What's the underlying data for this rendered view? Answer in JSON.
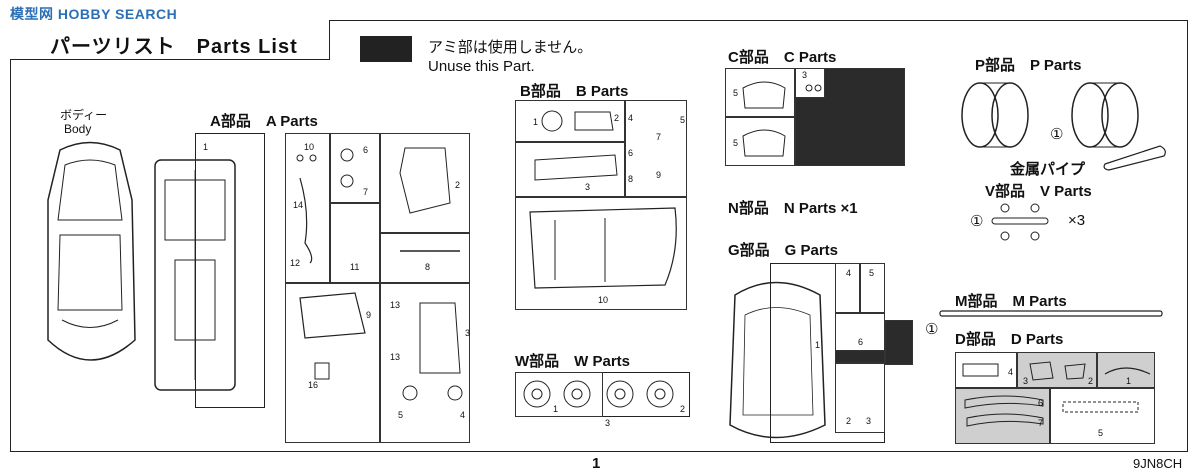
{
  "watermark": "模型网 HOBBY SEARCH",
  "header": {
    "title": "パーツリスト　Parts List",
    "unuse_jp": "アミ部は使用しません。",
    "unuse_en": "Unuse this Part."
  },
  "body": {
    "label_jp": "ボディー",
    "label_en": "Body"
  },
  "parts": {
    "a": "A部品　A Parts",
    "b": "B部品　B Parts",
    "c": "C部品　C Parts",
    "p": "P部品　P Parts",
    "n": "N部品　N Parts ×1",
    "g": "G部品　G Parts",
    "w": "W部品　W Parts",
    "m": "M部品　M Parts",
    "d": "D部品　D Parts",
    "v": "V部品　V Parts",
    "pipe": "金属パイプ",
    "v_count": "×3",
    "circle_one": "①"
  },
  "part_numbers": {
    "a": [
      "1",
      "2",
      "3",
      "4",
      "5",
      "6",
      "7",
      "8",
      "9",
      "10",
      "11",
      "12",
      "13",
      "13",
      "14",
      "16"
    ],
    "b": [
      "1",
      "2",
      "3",
      "4",
      "5",
      "6",
      "7",
      "8",
      "9",
      "10"
    ],
    "c": [
      "3",
      "5",
      "5"
    ],
    "g": [
      "1",
      "2",
      "3",
      "4",
      "5",
      "6"
    ],
    "w": [
      "1",
      "2",
      "3"
    ],
    "d": [
      "1",
      "2",
      "3",
      "4",
      "5",
      "6",
      "7"
    ]
  },
  "footer": {
    "page": "1",
    "code": "9JN8CH"
  },
  "colors": {
    "ink": "#111111",
    "unused": "#2b2b2b",
    "watermark": "#2c6fb5",
    "shade": "#cfcfcf"
  }
}
